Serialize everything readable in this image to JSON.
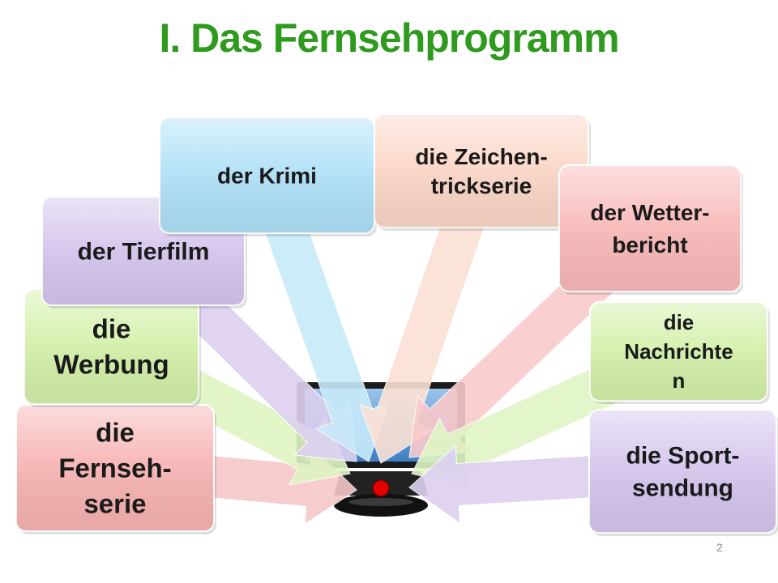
{
  "title": "I. Das Fernsehprogramm",
  "page_number": "2",
  "tv": {
    "screen_color": "#5b9bd5",
    "button_color": "#e00000"
  },
  "items": [
    {
      "id": "fernsehserie",
      "lines": [
        "die",
        "Fernseh-",
        "serie"
      ],
      "fill": "#f7b2b2",
      "arrow": "#f6c7c7"
    },
    {
      "id": "werbung",
      "lines": [
        "die",
        "Werbung"
      ],
      "fill": "#d3f0a8",
      "arrow": "#dff4c2"
    },
    {
      "id": "tierfilm",
      "lines": [
        "der Tierfilm"
      ],
      "fill": "#d4c4ec",
      "arrow": "#ddd0f0"
    },
    {
      "id": "krimi",
      "lines": [
        "der Krimi"
      ],
      "fill": "#aee0f7",
      "arrow": "#c8eafa"
    },
    {
      "id": "zeichentrickserie",
      "lines": [
        "die Zeichen-",
        "trickserie"
      ],
      "fill": "#fbd6c6",
      "arrow": "#fce1d5"
    },
    {
      "id": "wetterbericht",
      "lines": [
        "der Wetter-",
        "bericht"
      ],
      "fill": "#f9b8b8",
      "arrow": "#facaca"
    },
    {
      "id": "nachrichten",
      "lines": [
        "die",
        "Nachrichte",
        "n"
      ],
      "fill": "#d3f0a8",
      "arrow": "#e0f5c5"
    },
    {
      "id": "sportsendung",
      "lines": [
        "die Sport-",
        "sendung"
      ],
      "fill": "#d4c4ec",
      "arrow": "#ddd0f0"
    }
  ]
}
